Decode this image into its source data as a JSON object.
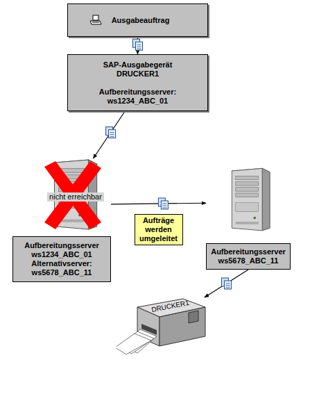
{
  "diagram": {
    "nodes": [
      {
        "text": [
          "Ausgabeauftrag"
        ]
      },
      {
        "text": [
          "SAP-Ausgabegerät DRUCKER1",
          "Aufbereitungsserver: ws1234_ABC_01"
        ]
      },
      {
        "text": [
          "Aufbereitungsserver ws1234_ABC_01 Alternativserver: ws5678_ABC_11"
        ]
      },
      {
        "text": [
          "Aufbereitungsserver ws5678_ABC_11"
        ]
      },
      {
        "text": [
          "DRUCKER1"
        ]
      }
    ],
    "edges": [
      {
        "from": 0,
        "to": 1,
        "arrow": "to"
      },
      {
        "from": 1,
        "to": 2,
        "arrow": "to"
      },
      {
        "from": 2,
        "to": 3,
        "arrow": "to",
        "label": "Aufträge werden umgeleitet"
      },
      {
        "from": 3,
        "to": 4,
        "arrow": "to"
      }
    ],
    "labels": [
      "nicht erreichbar"
    ]
  }
}
